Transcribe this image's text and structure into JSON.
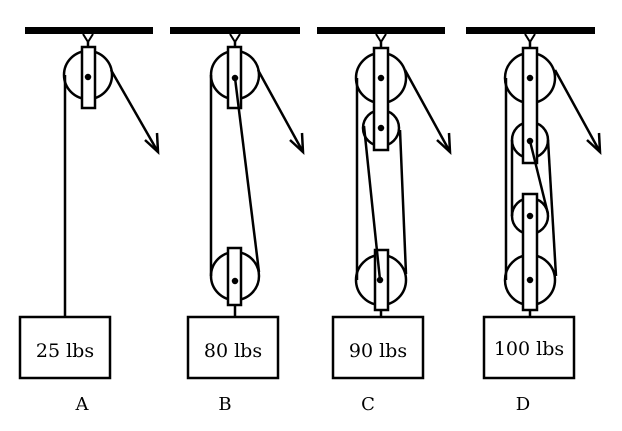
{
  "systems": [
    {
      "letter": "A",
      "weight": "25 lbs"
    },
    {
      "letter": "B",
      "weight": "80 lbs"
    },
    {
      "letter": "C",
      "weight": "90 lbs"
    },
    {
      "letter": "D",
      "weight": "100 lbs"
    }
  ],
  "colors": {
    "ink": "#000000",
    "background": "#ffffff"
  }
}
